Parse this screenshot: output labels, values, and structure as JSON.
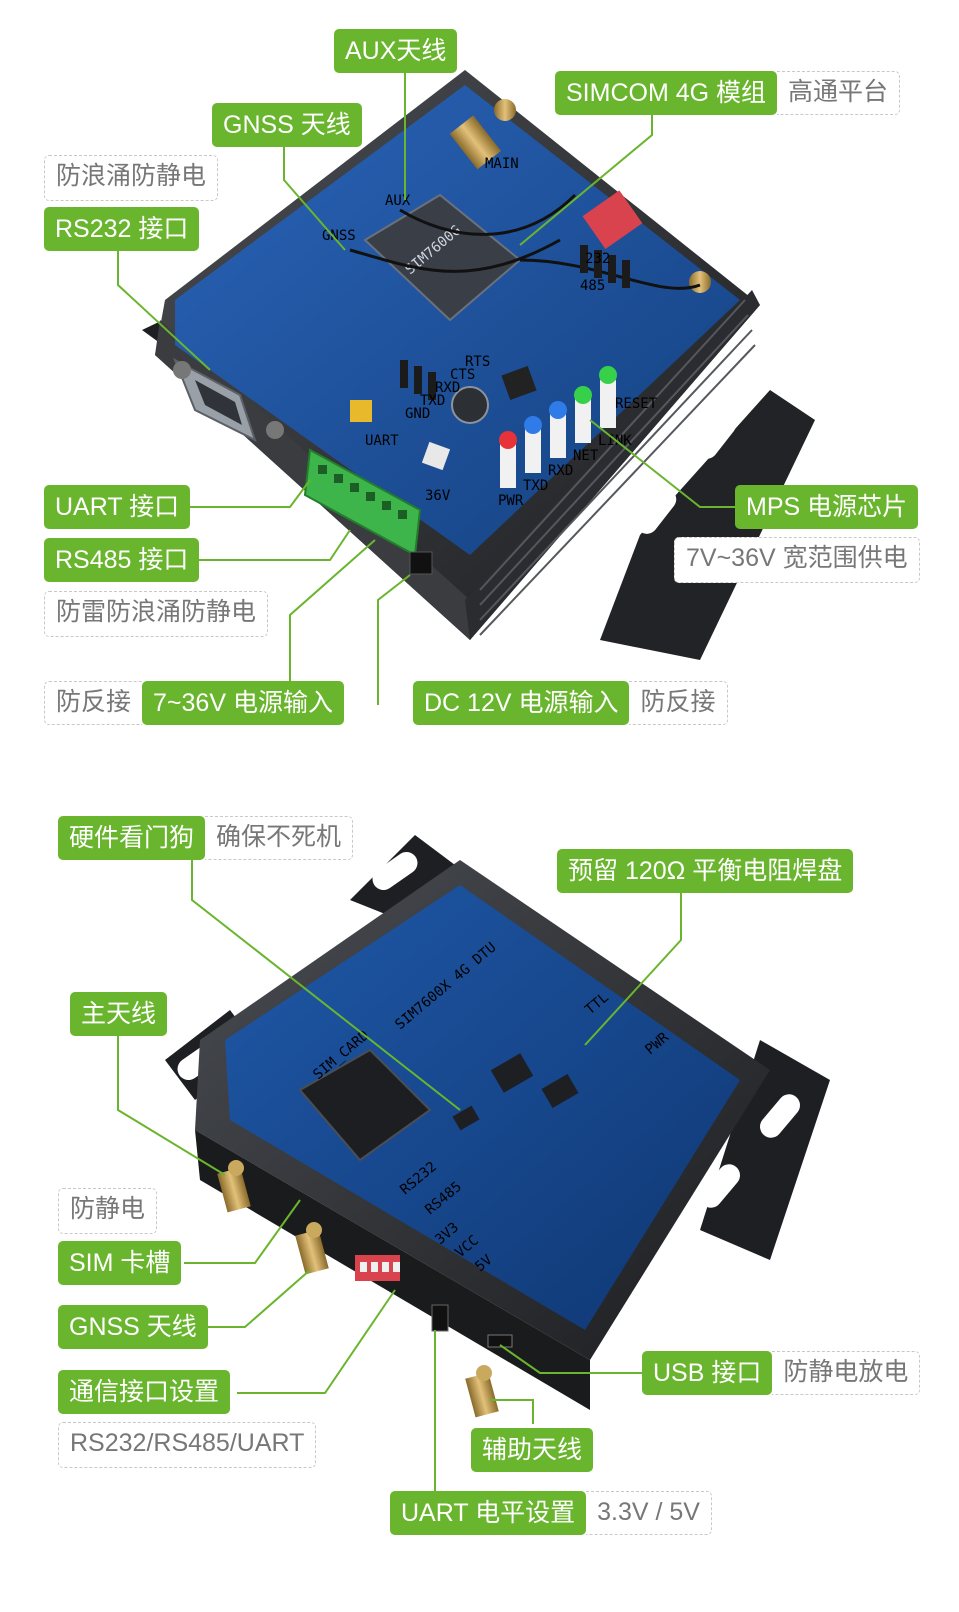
{
  "top_device": {
    "labels": {
      "aux_antenna": "AUX天线",
      "gnss_antenna": "GNSS 天线",
      "simcom_module": "SIMCOM 4G 模组",
      "qualcomm_platform": "高通平台",
      "anti_surge_esd": "防浪涌防静电",
      "rs232_port": "RS232 接口",
      "uart_port": "UART 接口",
      "rs485_port": "RS485 接口",
      "lightning_surge_esd": "防雷防浪涌防静电",
      "reverse_protect_1": "防反接",
      "power_input_7_36v": "7~36V 电源输入",
      "dc_12v_input": "DC 12V 电源输入",
      "reverse_protect_2": "防反接",
      "mps_power_chip": "MPS 电源芯片",
      "wide_voltage": "7V~36V 宽范围供电"
    },
    "board_text": {
      "aux": "AUX",
      "main": "MAIN",
      "gnss": "GNSS",
      "chip": "SIM7600G",
      "led_labels": [
        "PWR",
        "TXD",
        "RXD",
        "NET",
        "LINK"
      ],
      "reset": "RESET",
      "v36": "36V",
      "pin_labels": [
        "GND",
        "TXD",
        "RXD",
        "CTS",
        "RTS"
      ],
      "uart": "UART",
      "n232": "232",
      "n485": "485"
    }
  },
  "bottom_device": {
    "labels": {
      "watchdog": "硬件看门狗",
      "never_hang": "确保不死机",
      "resistor_pad": "预留 120Ω 平衡电阻焊盘",
      "main_antenna": "主天线",
      "esd": "防静电",
      "sim_slot": "SIM 卡槽",
      "gnss_antenna": "GNSS 天线",
      "comm_setting": "通信接口设置",
      "comm_modes": "RS232/RS485/UART",
      "usb_port": "USB 接口",
      "usb_esd": "防静电放电",
      "aux_antenna": "辅助天线",
      "uart_level": "UART 电平设置",
      "uart_voltages": "3.3V / 5V"
    },
    "board_text": {
      "model": "SIM7600X 4G DTU",
      "sim_card": "SIM_CARD",
      "rs232": "RS232",
      "rs485": "RS485",
      "ttl": "TTL",
      "pwr": "PWR",
      "v33": "3V3",
      "vcc": "VCC",
      "v5": "5V"
    }
  },
  "colors": {
    "label_green": "#6ab52e",
    "pcb_blue": "#1d4f9a",
    "metal_dark": "#2b2d30"
  }
}
